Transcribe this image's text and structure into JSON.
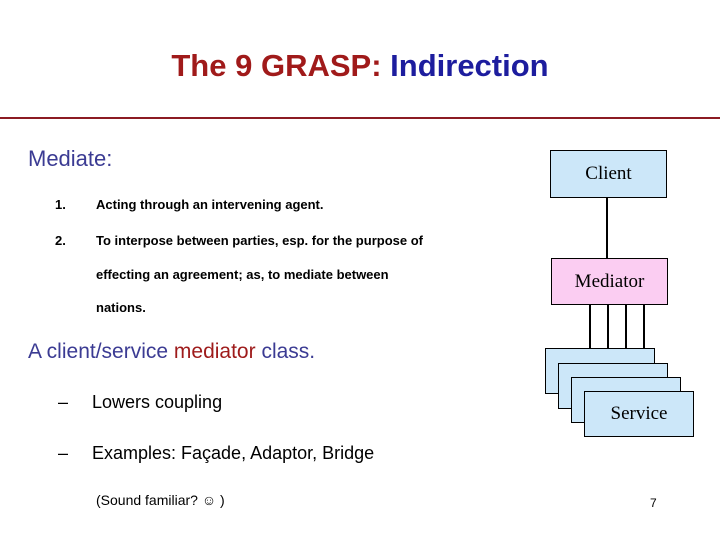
{
  "slide": {
    "title": {
      "part_a": "The 9 GRASP:",
      "part_b": "Indirection",
      "color_a": "#a01a1a",
      "color_b": "#1d1d9e"
    },
    "rule_color": "#8c1b23",
    "page_number": "7"
  },
  "body": {
    "heading": "Mediate:",
    "heading_color": "#3b3b93",
    "definitions": [
      {
        "marker": "1.",
        "lines": [
          "Acting through an intervening agent."
        ]
      },
      {
        "marker": "2.",
        "lines": [
          "To interpose between parties, esp. for the purpose of",
          "effecting an agreement; as, to mediate between",
          "nations."
        ]
      }
    ],
    "summary": {
      "part_a": "A client/service ",
      "part_b": "mediator",
      "part_c": " class.",
      "color_a": "#3b3b93",
      "color_b": "#9e1b1b"
    },
    "bullets": [
      {
        "marker": "–",
        "text": "Lowers coupling"
      },
      {
        "marker": "–",
        "text": "Examples: Façade, Adaptor, Bridge"
      }
    ],
    "footnote": "(Sound familiar? ☺ )"
  },
  "diagram": {
    "client_label": "Client",
    "mediator_label": "Mediator",
    "service_label": "Service",
    "client_fill": "#cce7f9",
    "mediator_fill": "#fbcdf2",
    "service_fill": "#cce7f9",
    "border_color": "#000000",
    "service_stack_count": 4
  }
}
